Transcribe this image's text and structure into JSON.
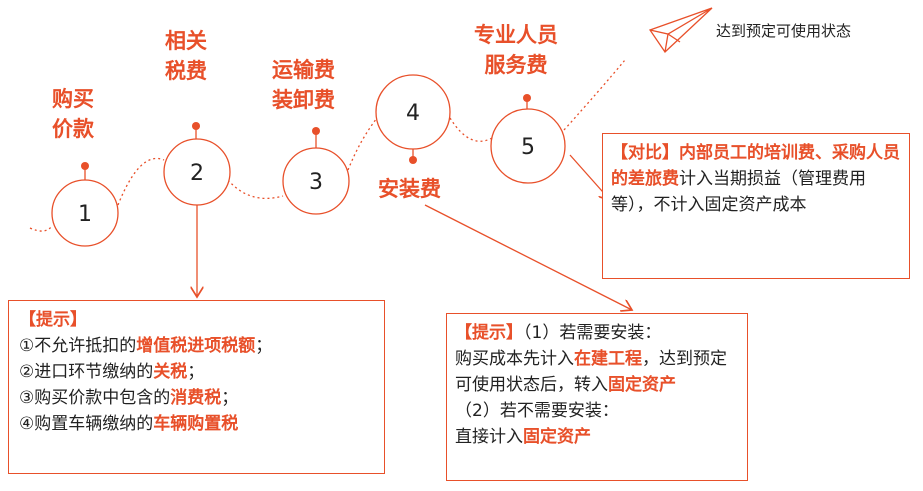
{
  "steps": [
    {
      "num": "1",
      "label_line1": "购买",
      "label_line2": "价款"
    },
    {
      "num": "2",
      "label_line1": "相关",
      "label_line2": "税费"
    },
    {
      "num": "3",
      "label_line1": "运输费",
      "label_line2": "装卸费"
    },
    {
      "num": "4",
      "label_line1": "安装费"
    },
    {
      "num": "5",
      "label_line1": "专业人员",
      "label_line2": "服务费"
    }
  ],
  "goal": "达到预定可使用状态",
  "compare_box": {
    "p1": "【对比】内部员工的培训费、采购人员的差旅费",
    "p2": "计入当期损益（管理费用等），不计入固定资产成本"
  },
  "tips_box": {
    "title": "【提示】",
    "items": [
      {
        "pre": "①不允许抵扣的",
        "hl": "增值税进项税额",
        "post": "；"
      },
      {
        "pre": "②进口环节缴纳的",
        "hl": "关税",
        "post": "；"
      },
      {
        "pre": "③购买价款中包含的",
        "hl": "消费税",
        "post": "；"
      },
      {
        "pre": "④购置车辆缴纳的",
        "hl": "车辆购置税",
        "post": ""
      }
    ]
  },
  "install_box": {
    "title": "【提示】",
    "l1": "（1）若需要安装：",
    "l2a": "购买成本先计入",
    "l2b": "在建工程",
    "l2c": "，达到预定可使用状态后，转入",
    "l2d": "固定资产",
    "l3": "（2）若不需要安装：",
    "l4a": "直接计入",
    "l4b": "固定资产"
  },
  "colors": {
    "accent": "#e8502a"
  }
}
